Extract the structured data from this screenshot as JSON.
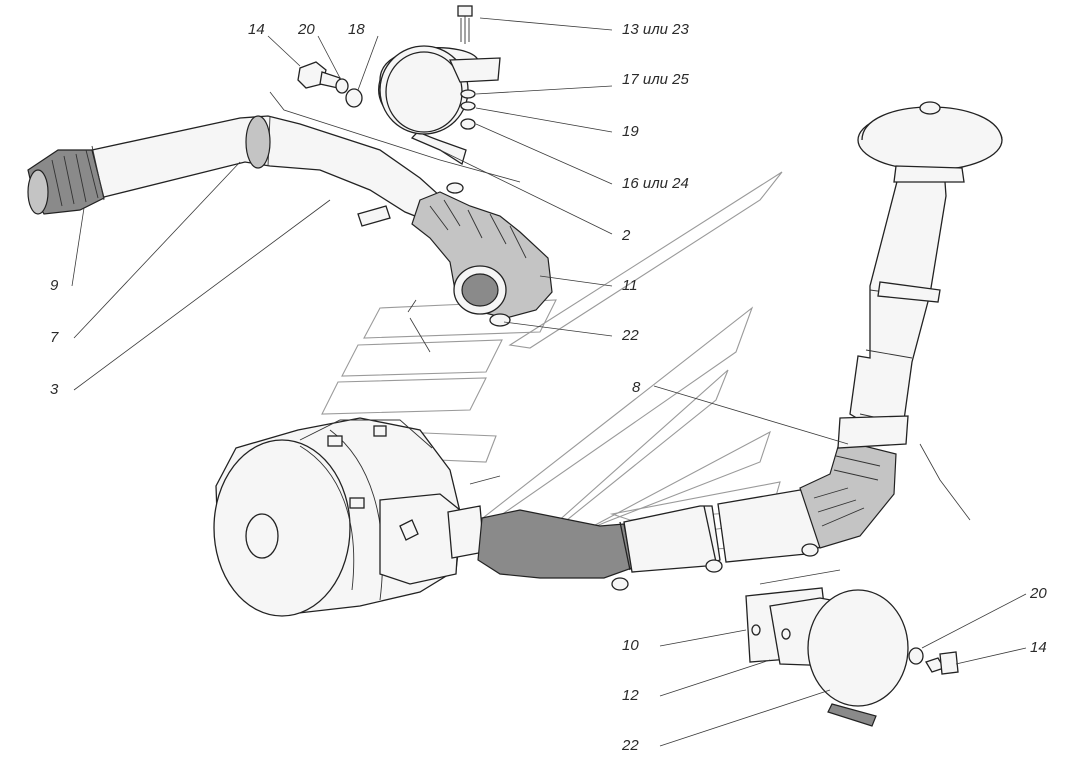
{
  "labels": {
    "l14a": "14",
    "l20a": "20",
    "l18": "18",
    "l13": "13 или 23",
    "l17": "17 или 25",
    "l19": "19",
    "l16": "16 или 24",
    "l2": "2",
    "l11": "11",
    "l22a": "22",
    "l9": "9",
    "l7": "7",
    "l3": "3",
    "l8": "8",
    "l10": "10",
    "l12": "12",
    "l22b": "22",
    "l20b": "20",
    "l14b": "14"
  },
  "colors": {
    "line": "#222222",
    "shade_dark": "#8a8a8a",
    "shade_mid": "#c4c4c4",
    "watermark": "#9a9a9a"
  }
}
